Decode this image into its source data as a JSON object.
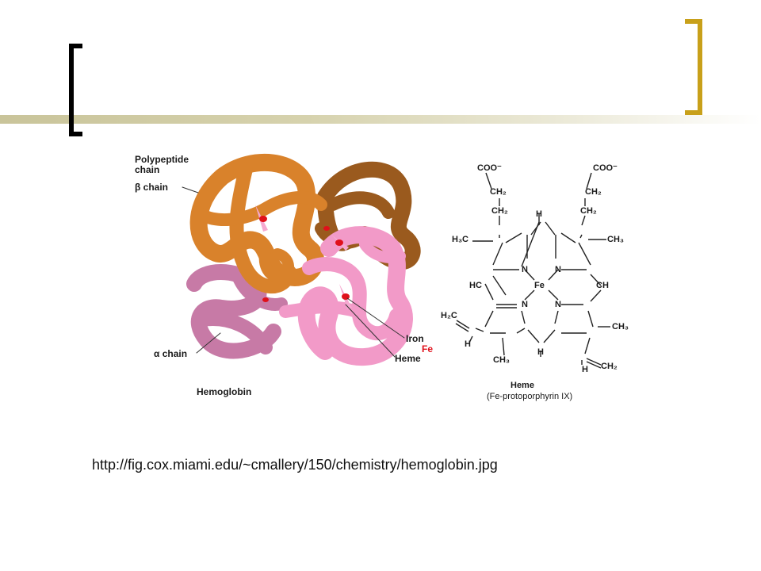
{
  "slide": {
    "source_url": "http://fig.cox.miami.edu/~cmallery/150/chemistry/hemoglobin.jpg"
  },
  "colors": {
    "accent_gold": "#c8a01a",
    "beta_chain_orange": "#d9822b",
    "beta_chain_brown": "#9a5a1e",
    "alpha_chain_mauve": "#c77aa6",
    "alpha_chain_pink": "#f29ac8",
    "iron_red": "#e0101a"
  },
  "hemoglobin": {
    "polypeptide_label_1": "Polypeptide",
    "polypeptide_label_2": "chain",
    "beta_chain_label": "β chain",
    "alpha_chain_label": "α chain",
    "iron_label": "Iron",
    "fe_label": "Fe",
    "heme_label": "Heme",
    "caption": "Hemoglobin"
  },
  "heme_structure": {
    "coo1": "COO⁻",
    "coo2": "COO⁻",
    "ch2_a": "CH₂",
    "ch2_b": "CH₂",
    "ch2_c": "CH₂",
    "ch2_d": "CH₂",
    "h_top": "H",
    "h3c": "H₃C",
    "ch3_right": "CH₃",
    "hc_left": "HC",
    "ch_right": "CH",
    "fe": "Fe",
    "n1": "N",
    "n2": "N",
    "n3": "N",
    "n4": "N",
    "h2c": "H₂C",
    "h_left": "H",
    "ch3_right2": "CH₃",
    "ch3_bottom": "CH₃",
    "h_bottom": "H",
    "h_bottom2": "H",
    "ch2_vinyl": "CH₂",
    "title": "Heme",
    "subtitle": "(Fe-protoporphyrin IX)"
  }
}
